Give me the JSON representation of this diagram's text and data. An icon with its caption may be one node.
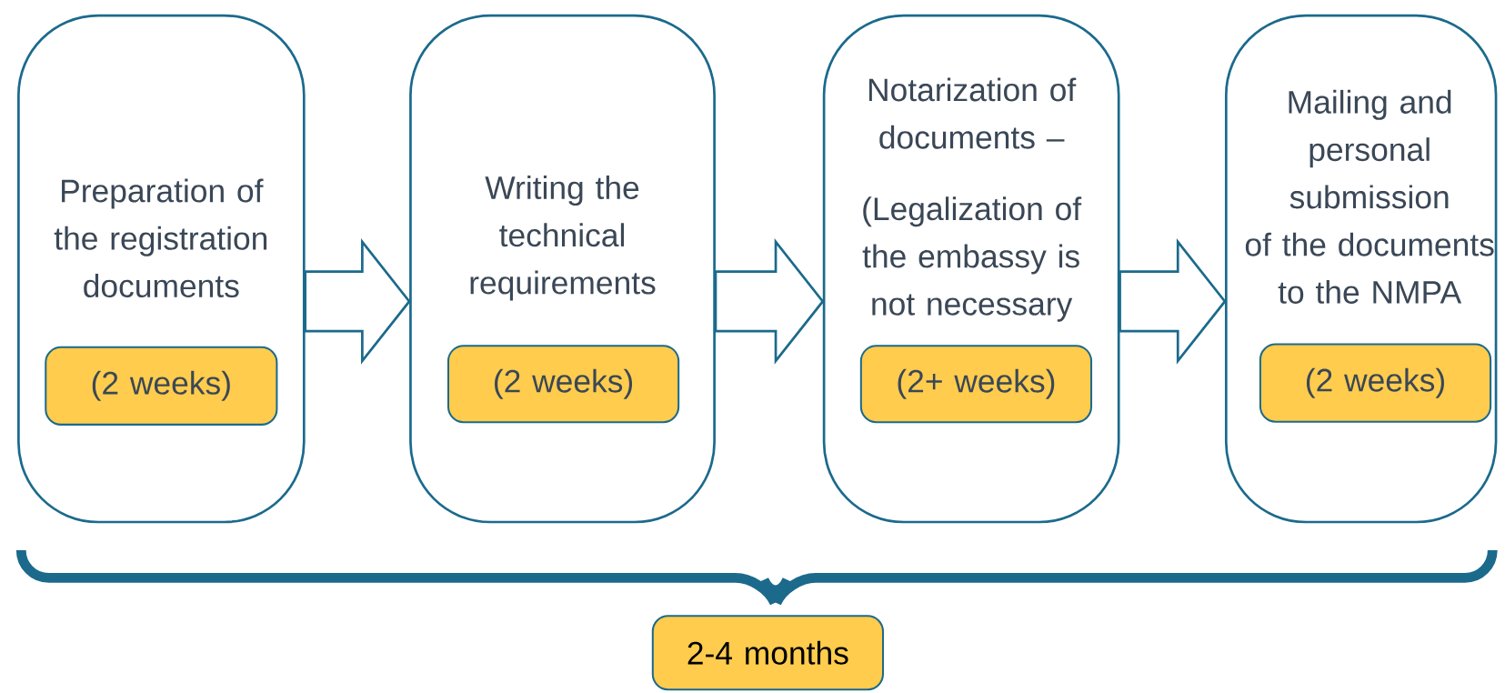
{
  "diagram": {
    "nodes": [
      {
        "text": [
          "Preparation of the registration documents"
        ]
      },
      {
        "text": [
          "(2 weeks)"
        ],
        "in": 0
      },
      {
        "text": [
          "Writing the technical requirements"
        ]
      },
      {
        "text": [
          "(2 weeks)"
        ],
        "in": 2
      },
      {
        "text": [
          "Notarization of documents –",
          "(Legalization of the embassy is not necessary"
        ]
      },
      {
        "text": [
          "(2+ weeks)"
        ],
        "in": 4
      },
      {
        "text": [
          "Mailing and personal submission of the documents to the NMPA"
        ]
      },
      {
        "text": [
          "(2 weeks)"
        ],
        "in": 6
      },
      {
        "text": [
          "2-4 months"
        ]
      }
    ],
    "edges": [
      {
        "from": 0,
        "to": 2,
        "arrow": "to"
      },
      {
        "from": 2,
        "to": 4,
        "arrow": "to"
      },
      {
        "from": 4,
        "to": 6,
        "arrow": "to"
      }
    ]
  }
}
